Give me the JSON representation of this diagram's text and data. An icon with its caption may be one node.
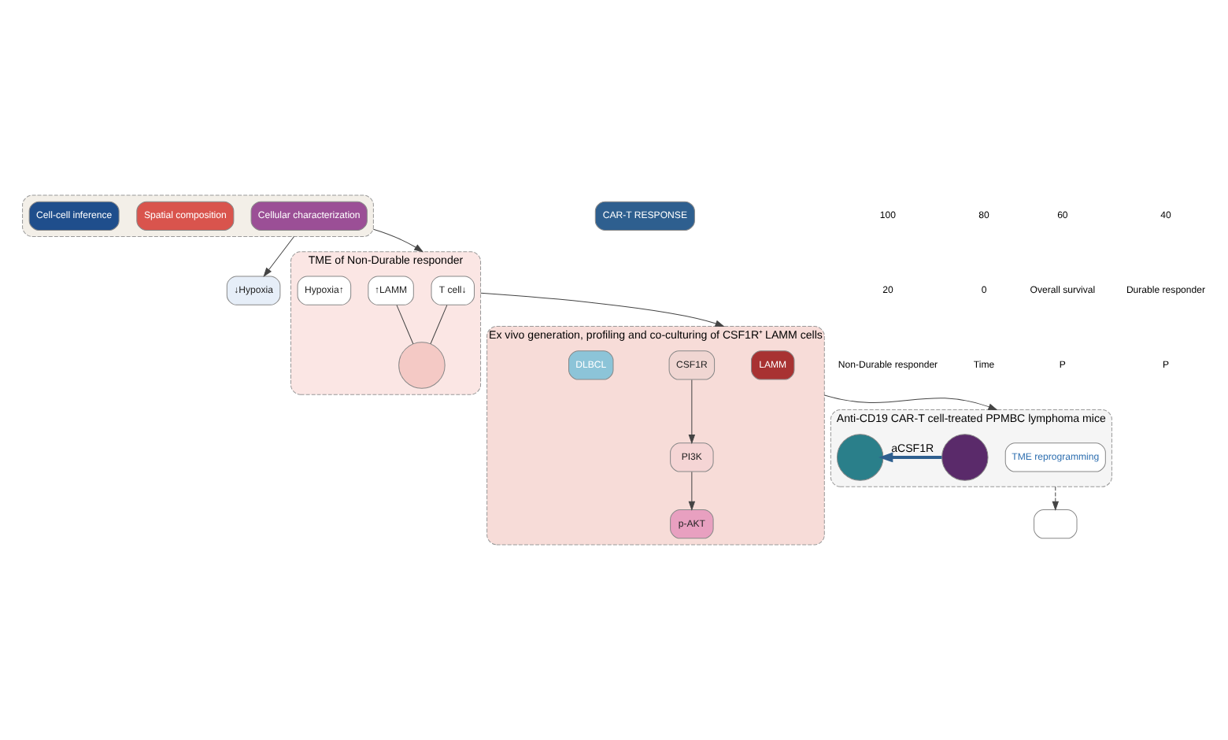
{
  "diagram": {
    "nodes": [
      {
        "text": [],
        "shape": "box"
      },
      {
        "text": [],
        "shape": "box"
      },
      {
        "text": [
          "Cellular characterization"
        ],
        "in": 1
      },
      {
        "text": [
          "Spatial composition"
        ],
        "in": 1
      },
      {
        "text": [
          "Cell-cell inference"
        ],
        "in": 1
      },
      {
        "text": [
          "↓Hypoxia"
        ]
      },
      {
        "text": [
          "TME of Non-Durable responder"
        ]
      },
      {
        "text": [
          "T cell↓"
        ],
        "in": 6
      },
      {
        "text": [
          "↑LAMM"
        ],
        "in": 6
      },
      {
        "text": [
          "Hypoxia↑"
        ],
        "in": 6
      },
      {
        "text": [],
        "shape": "circle",
        "in": 6
      },
      {
        "text": [
          "Ex vivo generation, profiling and co-culturing of CSF1R⁺ LAMM cells"
        ]
      },
      {
        "text": [
          "LAMM"
        ],
        "in": 11
      },
      {
        "text": [
          "CSF1R"
        ],
        "in": 11
      },
      {
        "text": [
          "PI3K"
        ],
        "in": 11
      },
      {
        "text": [
          "p-AKT"
        ],
        "in": 11
      },
      {
        "text": [
          "DLBCL"
        ],
        "in": 11
      },
      {
        "text": [
          "Anti-CD19 CAR-T cell-treated PPMBC lymphoma mice"
        ]
      },
      {
        "text": [
          "TME reprogramming"
        ],
        "in": 17
      },
      {
        "text": [],
        "shape": "circle",
        "in": 17
      },
      {
        "text": [],
        "shape": "circle",
        "in": 17
      },
      {
        "text": [
          "CAR-T RESPONSE"
        ]
      }
    ],
    "edges": [
      {
        "from": 1,
        "to": 5,
        "arrow": "to"
      },
      {
        "from": 1,
        "to": 6,
        "arrow": "to"
      },
      {
        "from": 7,
        "to": 10,
        "arrow": "none"
      },
      {
        "from": 8,
        "to": 10,
        "arrow": "none"
      },
      {
        "from": 6,
        "to": 11,
        "arrow": "to"
      },
      {
        "from": 13,
        "to": 14,
        "arrow": "to"
      },
      {
        "from": 14,
        "to": 15,
        "arrow": "to"
      },
      {
        "from": 11,
        "to": 17,
        "arrow": "to"
      },
      {
        "from": 20,
        "to": 19,
        "arrow": "to",
        "label": "aCSF1R",
        "style": "thick",
        "color": "#2e5f8f"
      },
      {
        "from": 17,
        "to": 0,
        "arrow": "to",
        "style": "dashed"
      }
    ],
    "labels": [
      "100",
      "80",
      "60",
      "40",
      "20",
      "0",
      "Overall survival",
      "Durable responder",
      "Non-Durable responder",
      "Time",
      "P",
      "P"
    ]
  }
}
